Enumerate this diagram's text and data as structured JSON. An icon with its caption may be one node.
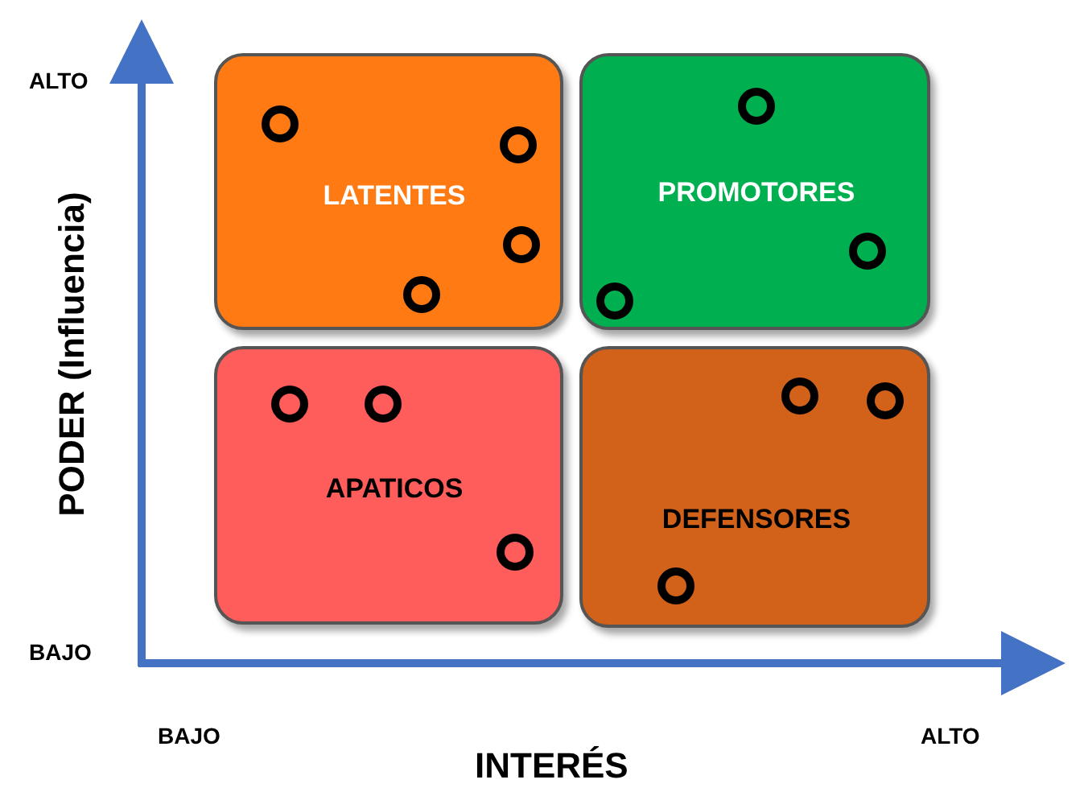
{
  "diagram": {
    "nodes": [
      {
        "text": [
          "LATENTES"
        ]
      },
      {
        "text": [
          "PROMOTORES"
        ]
      },
      {
        "text": [
          "APATICOS"
        ]
      },
      {
        "text": [
          "DEFENSORES"
        ]
      }
    ],
    "labels": [
      "ALTO",
      "PODER (Influencia)",
      "BAJO",
      "BAJO",
      "INTERÉS",
      "ALTO"
    ]
  }
}
